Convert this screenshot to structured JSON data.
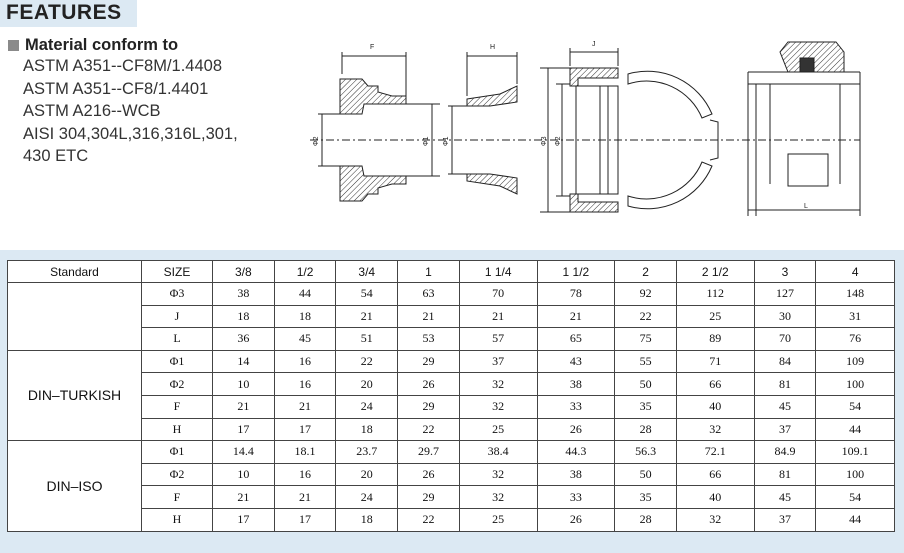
{
  "title": "FEATURES",
  "features": {
    "heading": "Material conform to",
    "lines": [
      "ASTM A351--CF8M/1.4408",
      "ASTM A351--CF8/1.4401",
      "ASTM A216--WCB",
      "AISI 304,304L,316,316L,301,",
      "430 ETC"
    ]
  },
  "drawing_labels": {
    "f": "F",
    "h": "H",
    "j": "J",
    "l": "L",
    "phi2a": "Φ2",
    "phi1a": "Φ1",
    "phi1b": "Φ1",
    "phi2b": "Φ2",
    "phi3": "Φ3"
  },
  "table": {
    "headers": [
      "Standard",
      "SIZE",
      "3/8",
      "1/2",
      "3/4",
      "1",
      "1 1/4",
      "1 1/2",
      "2",
      "2 1/2",
      "3",
      "4"
    ],
    "groups": [
      {
        "standard": "",
        "rows": [
          {
            "size": "Φ3",
            "values": [
              "38",
              "44",
              "54",
              "63",
              "70",
              "78",
              "92",
              "112",
              "127",
              "148"
            ]
          },
          {
            "size": "J",
            "values": [
              "18",
              "18",
              "21",
              "21",
              "21",
              "21",
              "22",
              "25",
              "30",
              "31"
            ]
          },
          {
            "size": "L",
            "values": [
              "36",
              "45",
              "51",
              "53",
              "57",
              "65",
              "75",
              "89",
              "70",
              "76"
            ]
          }
        ]
      },
      {
        "standard": "DIN–TURKISH",
        "rows": [
          {
            "size": "Φ1",
            "values": [
              "14",
              "16",
              "22",
              "29",
              "37",
              "43",
              "55",
              "71",
              "84",
              "109"
            ]
          },
          {
            "size": "Φ2",
            "values": [
              "10",
              "16",
              "20",
              "26",
              "32",
              "38",
              "50",
              "66",
              "81",
              "100"
            ]
          },
          {
            "size": "F",
            "values": [
              "21",
              "21",
              "24",
              "29",
              "32",
              "33",
              "35",
              "40",
              "45",
              "54"
            ]
          },
          {
            "size": "H",
            "values": [
              "17",
              "17",
              "18",
              "22",
              "25",
              "26",
              "28",
              "32",
              "37",
              "44"
            ]
          }
        ]
      },
      {
        "standard": "DIN–ISO",
        "rows": [
          {
            "size": "Φ1",
            "values": [
              "14.4",
              "18.1",
              "23.7",
              "29.7",
              "38.4",
              "44.3",
              "56.3",
              "72.1",
              "84.9",
              "109.1"
            ]
          },
          {
            "size": "Φ2",
            "values": [
              "10",
              "16",
              "20",
              "26",
              "32",
              "38",
              "50",
              "66",
              "81",
              "100"
            ]
          },
          {
            "size": "F",
            "values": [
              "21",
              "21",
              "24",
              "29",
              "32",
              "33",
              "35",
              "40",
              "45",
              "54"
            ]
          },
          {
            "size": "H",
            "values": [
              "17",
              "17",
              "18",
              "22",
              "25",
              "26",
              "28",
              "32",
              "37",
              "44"
            ]
          }
        ]
      }
    ]
  }
}
